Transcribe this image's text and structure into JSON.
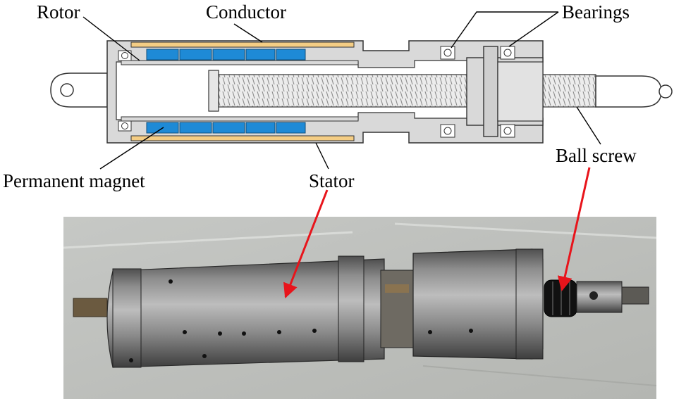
{
  "labels": {
    "rotor": "Rotor",
    "conductor": "Conductor",
    "bearings": "Bearings",
    "permanent_magnet": "Permanent magnet",
    "stator": "Stator",
    "ball_screw": "Ball screw"
  },
  "colors": {
    "conductor": "#f4cd84",
    "magnet": "#1e8ad6",
    "housing": "#d9d9d9",
    "pointer_arrow": "#e8141b"
  }
}
